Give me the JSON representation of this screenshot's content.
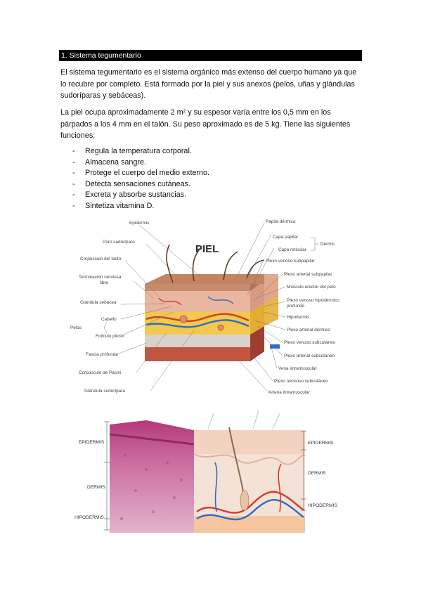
{
  "section": {
    "title": "1. Sistema tegumentario"
  },
  "paragraphs": [
    "El sistema tegumentario es el sistema orgánico más extenso del cuerpo humano ya que lo recubre por completo. Está formado por la piel y sus anexos (pelos, uñas y glándulas sudoríparas y sebáceas).",
    "La piel ocupa aproximadamente 2 m² y su espesor varía entre los 0,5 mm en los párpados a los 4 mm en el talón. Su peso aproximado es de 5 kg. Tiene las siguientes funciones:"
  ],
  "functions": [
    "Regula la temperatura corporal.",
    "Almacena sangre.",
    "Protege el cuerpo del medio externo.",
    "Detecta sensaciones cutáneas.",
    "Excreta y absorbe sustancias.",
    "Sintetiza vitamina D."
  ],
  "figure1": {
    "title": "PIEL",
    "left_labels": {
      "epidermis": "Epidermis",
      "poro": "Poro sudoríparo",
      "tacto": "Corpúsculo del tacto",
      "terminacion1": "Terminación nerviosa",
      "terminacion2": "libre",
      "sebacea": "Glándula sebácea",
      "pelos": "Pelos",
      "cabello": "Cabello",
      "foliculo": "Folículo piloso",
      "fascia": "Fascia profunda",
      "pacini": "Corpúsculo de Pacini",
      "sudoripara": "Glándula sudorípara"
    },
    "right_labels": {
      "papila": "Papila dérmica",
      "capa_papilar": "Capa papilar",
      "capa_reticular": "Capa reticular",
      "dermis": "Dermis",
      "plexo_venoso_subpapilar": "Plexo venoso subpapilar",
      "plexo_arterial_subpapilar": "Plexo arterial subpapilar",
      "musculo": "Músculo erector del pelo",
      "plexo_venoso_hipo1": "Plexo venoso hipodérmico",
      "plexo_venoso_hipo2": "profundo",
      "hipodermis": "Hipodermis",
      "plexo_arterial_dermico": "Plexo arterial dérmico",
      "plexo_venoso_subcutaneo": "Plexo venoso subcutáneo",
      "plexo_arterial_subcutaneo": "Plexo arterial subcutáneo",
      "vena": "Vena intramuscular",
      "plexo_nervioso": "Plexo nervioso subcutáneo",
      "arteria": "Arteria intramuscular"
    }
  },
  "figure2": {
    "left_labels": [
      "EPIDERMIS",
      "DERMIS",
      "HIPODERMIS"
    ],
    "right_labels": [
      "EPIDERMIS",
      "DERMIS",
      "HIPODERMIS"
    ]
  }
}
